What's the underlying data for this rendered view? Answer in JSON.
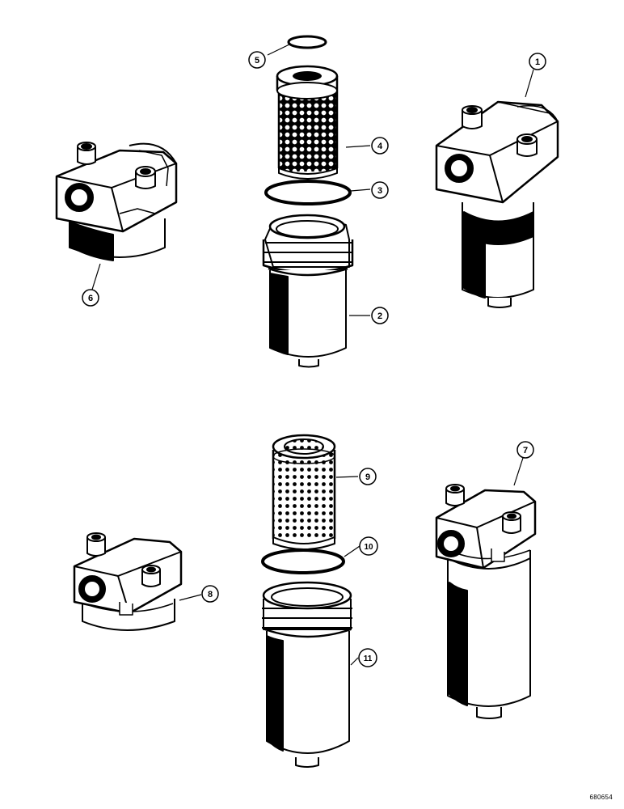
{
  "diagram": {
    "callouts": [
      "1",
      "2",
      "3",
      "4",
      "5",
      "6",
      "7",
      "8",
      "9",
      "10",
      "11"
    ],
    "figure_id": "680654"
  },
  "colors": {
    "ink": "#000000",
    "paper": "#ffffff"
  }
}
